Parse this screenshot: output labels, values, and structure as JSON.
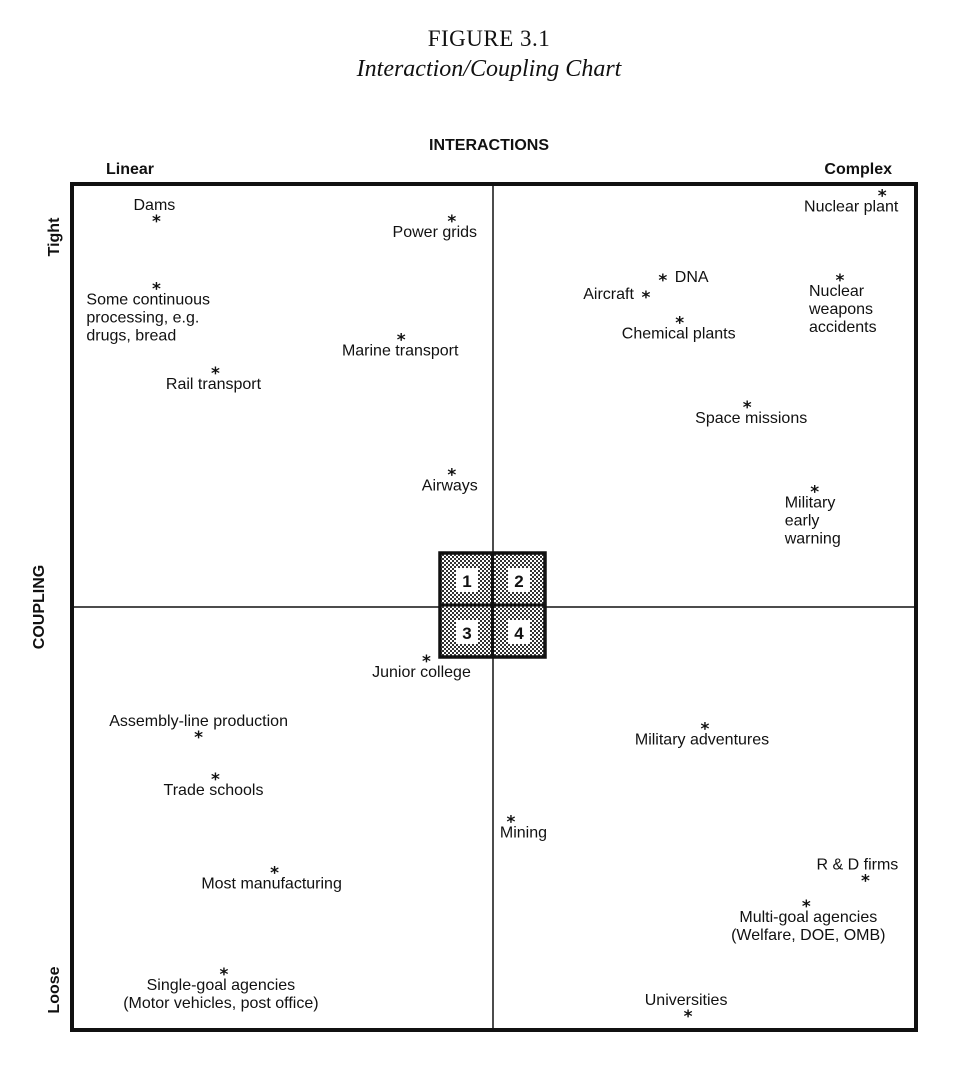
{
  "figure": {
    "title": "FIGURE 3.1",
    "subtitle": "Interaction/Coupling Chart"
  },
  "chart_data": {
    "type": "scatter",
    "title": "FIGURE 3.1",
    "subtitle": "Interaction/Coupling Chart",
    "xlabel": "INTERACTIONS",
    "ylabel": "COUPLING",
    "x_ends": [
      "Linear",
      "Complex"
    ],
    "y_ends": [
      "Tight",
      "Loose"
    ],
    "xlim": [
      0,
      100
    ],
    "ylim": [
      0,
      100
    ],
    "grid": false,
    "quadrants": [
      "1",
      "2",
      "3",
      "4"
    ],
    "points": [
      {
        "label": [
          "Dams"
        ],
        "x": 10,
        "y": 96
      },
      {
        "label": [
          "Some continuous",
          "processing, e.g.",
          "drugs, bread"
        ],
        "x": 10,
        "y": 88
      },
      {
        "label": [
          "Power grids"
        ],
        "x": 45,
        "y": 96
      },
      {
        "label": [
          "Marine transport"
        ],
        "x": 39,
        "y": 82
      },
      {
        "label": [
          "Rail transport"
        ],
        "x": 17,
        "y": 78
      },
      {
        "label": [
          "Airways"
        ],
        "x": 45,
        "y": 66
      },
      {
        "label": [
          "Nuclear plant"
        ],
        "x": 96,
        "y": 99
      },
      {
        "label": [
          "DNA"
        ],
        "x": 70,
        "y": 89
      },
      {
        "label": [
          "Aircraft"
        ],
        "x": 68,
        "y": 87
      },
      {
        "label": [
          "Nuclear",
          "weapons",
          "accidents"
        ],
        "x": 91,
        "y": 89
      },
      {
        "label": [
          "Chemical plants"
        ],
        "x": 72,
        "y": 84
      },
      {
        "label": [
          "Space missions"
        ],
        "x": 80,
        "y": 74
      },
      {
        "label": [
          "Military",
          "early",
          "warning"
        ],
        "x": 88,
        "y": 64
      },
      {
        "label": [
          "Junior college"
        ],
        "x": 42,
        "y": 44
      },
      {
        "label": [
          "Assembly-line production"
        ],
        "x": 15,
        "y": 35
      },
      {
        "label": [
          "Trade schools"
        ],
        "x": 17,
        "y": 30
      },
      {
        "label": [
          "Military adventures"
        ],
        "x": 75,
        "y": 36
      },
      {
        "label": [
          "Mining"
        ],
        "x": 52,
        "y": 25
      },
      {
        "label": [
          "Most manufacturing"
        ],
        "x": 24,
        "y": 19
      },
      {
        "label": [
          "R & D firms"
        ],
        "x": 94,
        "y": 18
      },
      {
        "label": [
          "Multi-goal agencies",
          "(Welfare, DOE, OMB)"
        ],
        "x": 87,
        "y": 15
      },
      {
        "label": [
          "Single-goal agencies",
          "(Motor vehicles, post office)"
        ],
        "x": 18,
        "y": 7
      },
      {
        "label": [
          "Universities"
        ],
        "x": 73,
        "y": 2
      }
    ]
  }
}
